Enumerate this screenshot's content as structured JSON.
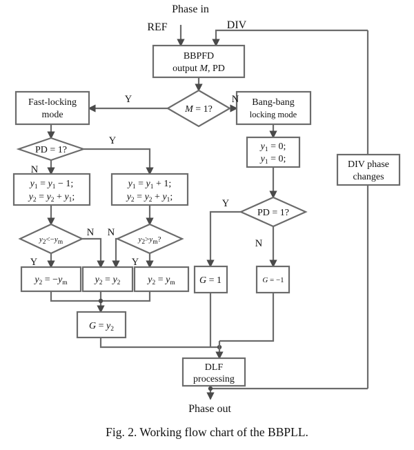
{
  "figure": {
    "caption": "Fig. 2. Working flow chart of the BBPLL.",
    "io_labels": {
      "phase_in": "Phase in",
      "ref": "REF",
      "div": "DIV",
      "phase_out": "Phase out"
    },
    "nodes": {
      "bbpfd": {
        "line1": "BBPFD",
        "line2_pre": "output ",
        "line2_var": "M",
        "line2_post": ", PD"
      },
      "m_check": {
        "var": "M",
        "rest": " = 1?"
      },
      "fast_mode": {
        "line1": "Fast-locking",
        "line2": "mode"
      },
      "bb_mode": {
        "line1": "Bang-bang",
        "line2": "locking mode"
      },
      "pd_check_left": {
        "text": "PD = 1?"
      },
      "pd_check_right": {
        "text": "PD = 1?"
      },
      "y_reset": {
        "line1": "y1 = 0;",
        "line2": "y1 = 0;"
      },
      "dec_box": {
        "line1": "y1 = y1 − 1;",
        "line2": "y2 = y2 + y1;"
      },
      "inc_box": {
        "line1": "y1 = y1 + 1;",
        "line2": "y2 = y2 + y1;"
      },
      "neg_check": {
        "text": "y2<−ym"
      },
      "pos_check": {
        "text": "y2>ym?"
      },
      "clamp_neg": {
        "text": "y2 = −ym"
      },
      "clamp_keep": {
        "text": "y2 = y2"
      },
      "clamp_pos": {
        "text": "y2 = ym"
      },
      "g_eq_y2": {
        "text": "G = y2"
      },
      "g_pos_one": {
        "text": "G = 1"
      },
      "g_neg_one": {
        "text": "G = −1"
      },
      "dlf": {
        "line1": "DLF",
        "line2": "processing"
      },
      "div_phase": {
        "line1": "DIV phase",
        "line2": "changes"
      }
    },
    "edge_labels": {
      "m_yes": "Y",
      "m_no": "N",
      "pd_left_yes": "Y",
      "pd_left_no": "N",
      "neg_check_yes": "Y",
      "neg_check_no": "N",
      "pos_check_yes": "Y",
      "pos_check_no": "N",
      "pd_right_yes": "Y",
      "pd_right_no": "N"
    },
    "colors": {
      "stroke": "#6b6b6b",
      "text": "#111111",
      "background": "#ffffff"
    }
  }
}
